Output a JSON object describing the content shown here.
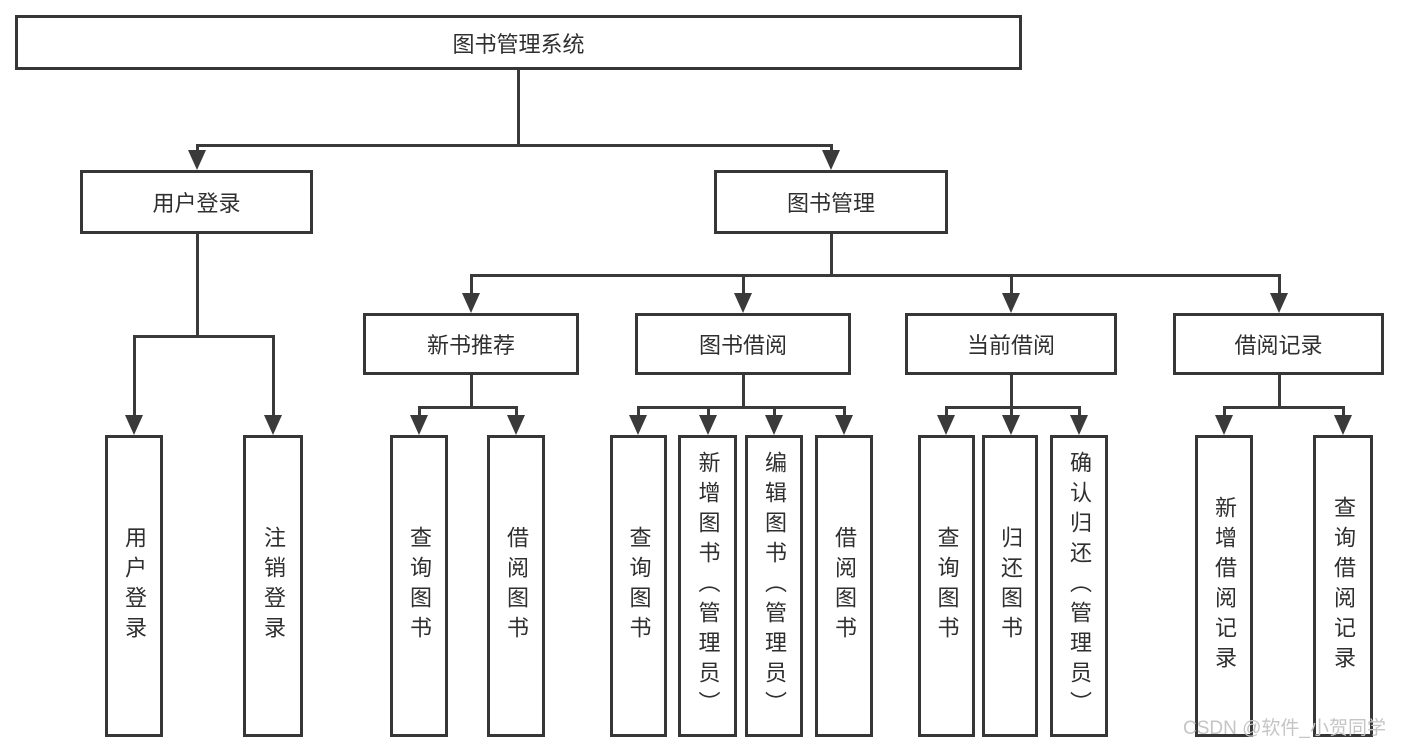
{
  "tree": {
    "root": {
      "label": "图书管理系统",
      "children": [
        {
          "label": "用户登录",
          "children": [
            {
              "label": "用户登录"
            },
            {
              "label": "注销登录"
            }
          ]
        },
        {
          "label": "图书管理",
          "children": [
            {
              "label": "新书推荐",
              "children": [
                {
                  "label": "查询图书"
                },
                {
                  "label": "借阅图书"
                }
              ]
            },
            {
              "label": "图书借阅",
              "children": [
                {
                  "label": "查询图书"
                },
                {
                  "label": "新增图书（管理员）"
                },
                {
                  "label": "编辑图书（管理员）"
                },
                {
                  "label": "借阅图书"
                }
              ]
            },
            {
              "label": "当前借阅",
              "children": [
                {
                  "label": "查询图书"
                },
                {
                  "label": "归还图书"
                },
                {
                  "label": "确认归还（管理员）"
                }
              ]
            },
            {
              "label": "借阅记录",
              "children": [
                {
                  "label": "新增借阅记录"
                },
                {
                  "label": "查询借阅记录"
                }
              ]
            }
          ]
        }
      ]
    }
  },
  "watermark": {
    "text": "CSDN @软件_小贺同学"
  },
  "colors": {
    "line": "#3a3a3a",
    "border": "#363636",
    "text": "#2f2f2f",
    "watermark": "#c5c5c5",
    "background": "#ffffff"
  }
}
